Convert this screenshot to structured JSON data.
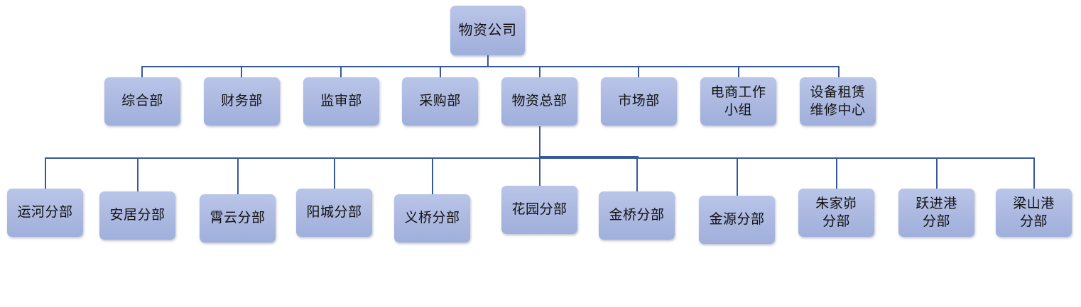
{
  "chart_data": {
    "type": "diagram",
    "diagram_kind": "organization-chart",
    "title": "物资公司组织结构图",
    "orientation": "top-down",
    "levels": 3,
    "node_count": 21,
    "colors": {
      "node_fill_top": "#b9c5e8",
      "node_fill_bottom": "#9fb0dc",
      "connector": "#36599c",
      "text": "#111111",
      "background": "#ffffff"
    },
    "root": {
      "id": "root",
      "label": "物资公司",
      "level": 0
    },
    "level1": [
      {
        "id": "d1",
        "label": "综合部",
        "level": 1,
        "parent": "root"
      },
      {
        "id": "d2",
        "label": "财务部",
        "level": 1,
        "parent": "root"
      },
      {
        "id": "d3",
        "label": "监审部",
        "level": 1,
        "parent": "root"
      },
      {
        "id": "d4",
        "label": "采购部",
        "level": 1,
        "parent": "root"
      },
      {
        "id": "d5",
        "label": "物资总部",
        "level": 1,
        "parent": "root"
      },
      {
        "id": "d6",
        "label": "市场部",
        "level": 1,
        "parent": "root"
      },
      {
        "id": "d7",
        "label": "电商工作\n小组",
        "level": 1,
        "parent": "root"
      },
      {
        "id": "d8",
        "label": "设备租赁\n维修中心",
        "level": 1,
        "parent": "root"
      }
    ],
    "level2": [
      {
        "id": "b1",
        "label": "运河分部",
        "level": 2,
        "parent": "d5"
      },
      {
        "id": "b2",
        "label": "安居分部",
        "level": 2,
        "parent": "d5"
      },
      {
        "id": "b3",
        "label": "霄云分部",
        "level": 2,
        "parent": "d5"
      },
      {
        "id": "b4",
        "label": "阳城分部",
        "level": 2,
        "parent": "d5"
      },
      {
        "id": "b5",
        "label": "义桥分部",
        "level": 2,
        "parent": "d5"
      },
      {
        "id": "b6",
        "label": "花园分部",
        "level": 2,
        "parent": "d5"
      },
      {
        "id": "b7",
        "label": "金桥分部",
        "level": 2,
        "parent": "d5"
      },
      {
        "id": "b8",
        "label": "金源分部",
        "level": 2,
        "parent": "d5"
      },
      {
        "id": "b9",
        "label": "朱家峁\n分部",
        "level": 2,
        "parent": "d5"
      },
      {
        "id": "b10",
        "label": "跃进港\n分部",
        "level": 2,
        "parent": "d5"
      },
      {
        "id": "b11",
        "label": "梁山港\n分部",
        "level": 2,
        "parent": "d5"
      }
    ]
  }
}
